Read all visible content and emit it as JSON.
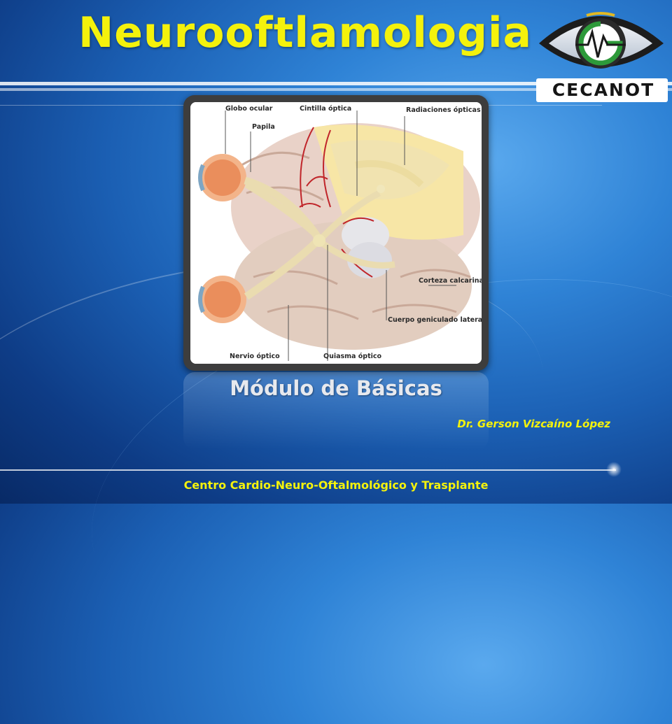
{
  "slide": {
    "title": "Neurooftlamologia",
    "subtitle": "Módulo de Básicas",
    "author": "Dr. Gerson Vizcaíno López",
    "footer": "Centro Cardio-Neuro-Oftalmológico y Trasplante"
  },
  "logo": {
    "text": "CECANOT",
    "icon": "eye-with-heartbeat-icon"
  },
  "figure": {
    "labels": {
      "globo_ocular": "Globo ocular",
      "papila": "Papila",
      "cintilla_optica": "Cintilla óptica",
      "radiaciones_opticas": "Radiaciones ópticas",
      "corteza_calcarina": "Corteza calcarina",
      "cuerpo_geniculado_lateral": "Cuerpo geniculado lateral",
      "nervio_optico": "Nervio óptico",
      "quiasma_optico": "Quiasma óptico"
    }
  },
  "colors": {
    "title": "#f4f20c",
    "background": "#1b5fb3",
    "subtitle": "#e7e9ee"
  }
}
